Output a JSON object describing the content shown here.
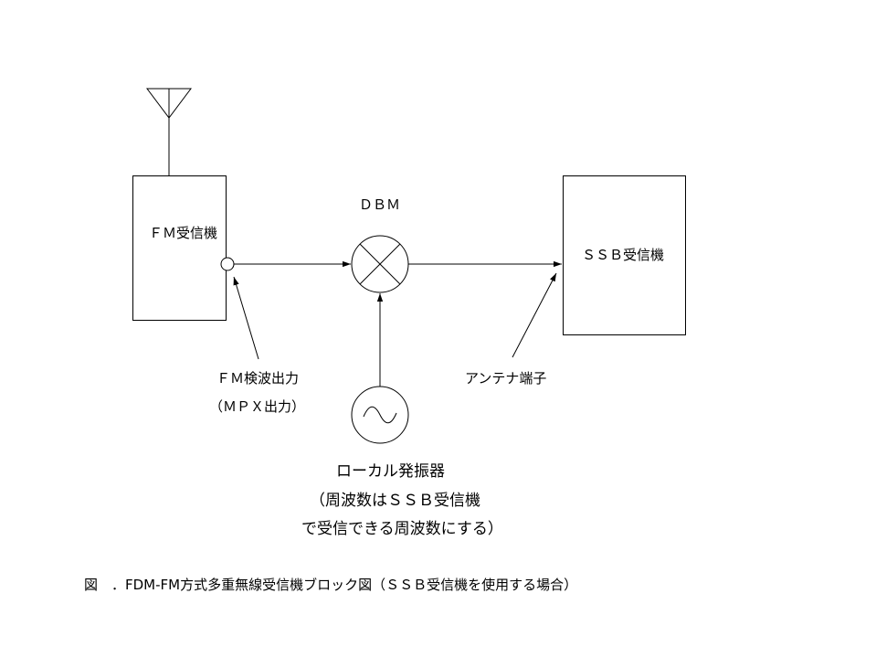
{
  "fm_receiver": {
    "label": "ＦＭ受信機"
  },
  "ssb_receiver": {
    "label": "ＳＳＢ受信機"
  },
  "mixer": {
    "label": "ＤＢＭ"
  },
  "fm_output": {
    "line1": "ＦＭ検波出力",
    "line2": "（ＭＰＸ出力）"
  },
  "antenna_terminal": {
    "label": "アンテナ端子"
  },
  "local_oscillator": {
    "line1": "ローカル発振器",
    "line2": "（周波数はＳＳＢ受信機",
    "line3": "で受信できる周波数にする）"
  },
  "caption": "図　．FDM-FM方式多重無線受信機ブロック図（ＳＳＢ受信機を使用する場合）"
}
